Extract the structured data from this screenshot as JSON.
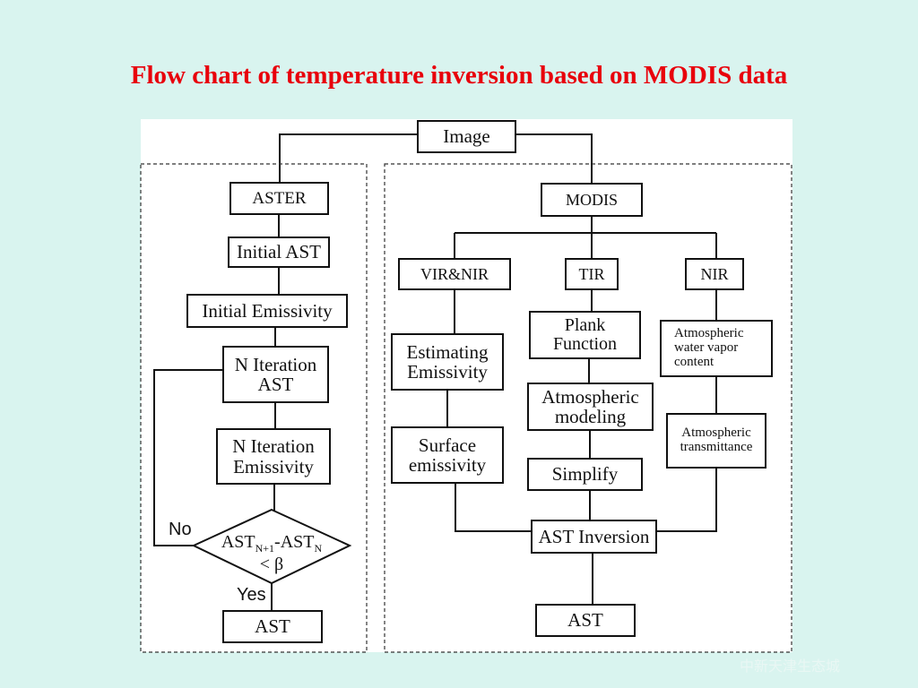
{
  "title": "Flow chart of temperature inversion based on MODIS data",
  "watermark": "中新天津生态城",
  "nodes": {
    "image": "Image",
    "aster": "ASTER",
    "initial_ast": "Initial AST",
    "initial_emissivity": "Initial Emissivity",
    "n_iteration_ast_1": "N Iteration",
    "n_iteration_ast_2": "AST",
    "n_iteration_emis_1": "N Iteration",
    "n_iteration_emis_2": "Emissivity",
    "decision_ast": "AST",
    "decision_n1": "N+1",
    "decision_minus": "-AST",
    "decision_n": "N",
    "decision_beta": "< β",
    "ast_left": "AST",
    "modis": "MODIS",
    "vir_nir": "VIR&NIR",
    "tir": "TIR",
    "nir": "NIR",
    "estimating_1": "Estimating",
    "estimating_2": "Emissivity",
    "surface_1": "Surface",
    "surface_2": "emissivity",
    "plank_1": "Plank",
    "plank_2": "Function",
    "atm_model_1": "Atmospheric",
    "atm_model_2": "modeling",
    "simplify": "Simplify",
    "atm_water_1": "Atmospheric",
    "atm_water_2": "water vapor",
    "atm_water_3": "content",
    "atm_trans_1": "Atmospheric",
    "atm_trans_2": "transmittance",
    "ast_inversion": "AST Inversion",
    "ast_right": "AST"
  },
  "labels": {
    "no": "No",
    "yes": "Yes"
  },
  "colors": {
    "background": "#d9f4ef",
    "title": "#e8000b",
    "line": "#111111",
    "panel": "#ffffff"
  }
}
